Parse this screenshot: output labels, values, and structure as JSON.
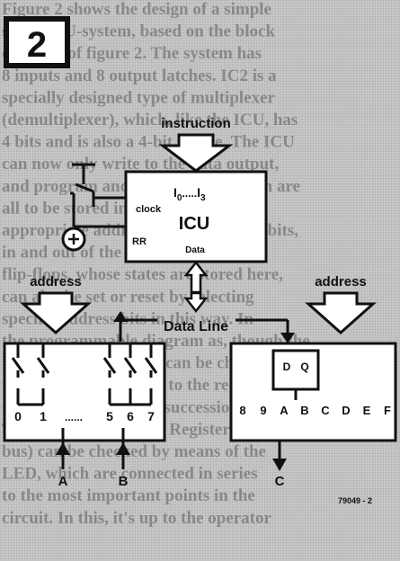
{
  "figure_number": "2",
  "figure_code": "79049 - 2",
  "labels": {
    "instruction": "instruction",
    "icu": "ICU",
    "io_range": "I",
    "io_sub0": "0",
    "io_dots": ".....",
    "io_sub3": "3",
    "clock": "clock",
    "rr": "RR",
    "data": "Data",
    "data_line": "Data Line",
    "address_left": "address",
    "address_right": "address",
    "input_a": "A",
    "input_b": "B",
    "output_c": "C",
    "flipflop_d": "D",
    "flipflop_q": "Q"
  },
  "left_switches": [
    "0",
    "1",
    "......",
    "5",
    "6",
    "7"
  ],
  "right_outputs": [
    "8",
    "9",
    "A",
    "B",
    "C",
    "D",
    "E",
    "F"
  ],
  "background_text": [
    "Figure 2 shows the design of a simple",
    "small ICU-system, based on the block",
    "diagram of figure 2. The system has",
    "8 inputs and 8 output latches. IC2 is a",
    "specially designed type of multiplexer",
    "(demultiplexer), which, like the ICU, has",
    "4 bits and is also a 4-bit device. The ICU",
    "can now only write to the data output,",
    "and program and data for the system are",
    "all to be stored in sequence. For the",
    "appropriate address and addressing bits,",
    "in and out of the system. The output",
    "flip-flops, whose states are stored here,",
    "can also be set or reset by selecting",
    "specific address bits in this way. In",
    "the programmable diagram as, though the",
    "these output flip-flops can be chosen.",
    "the same bit is applied to the register",
    "many several times in succession.",
    "The state of the Result Register (data",
    "bus) can be checked by means of the",
    "LED, which are connected in series",
    "to the most important points in the",
    "circuit. In this, it's up to the operator"
  ]
}
